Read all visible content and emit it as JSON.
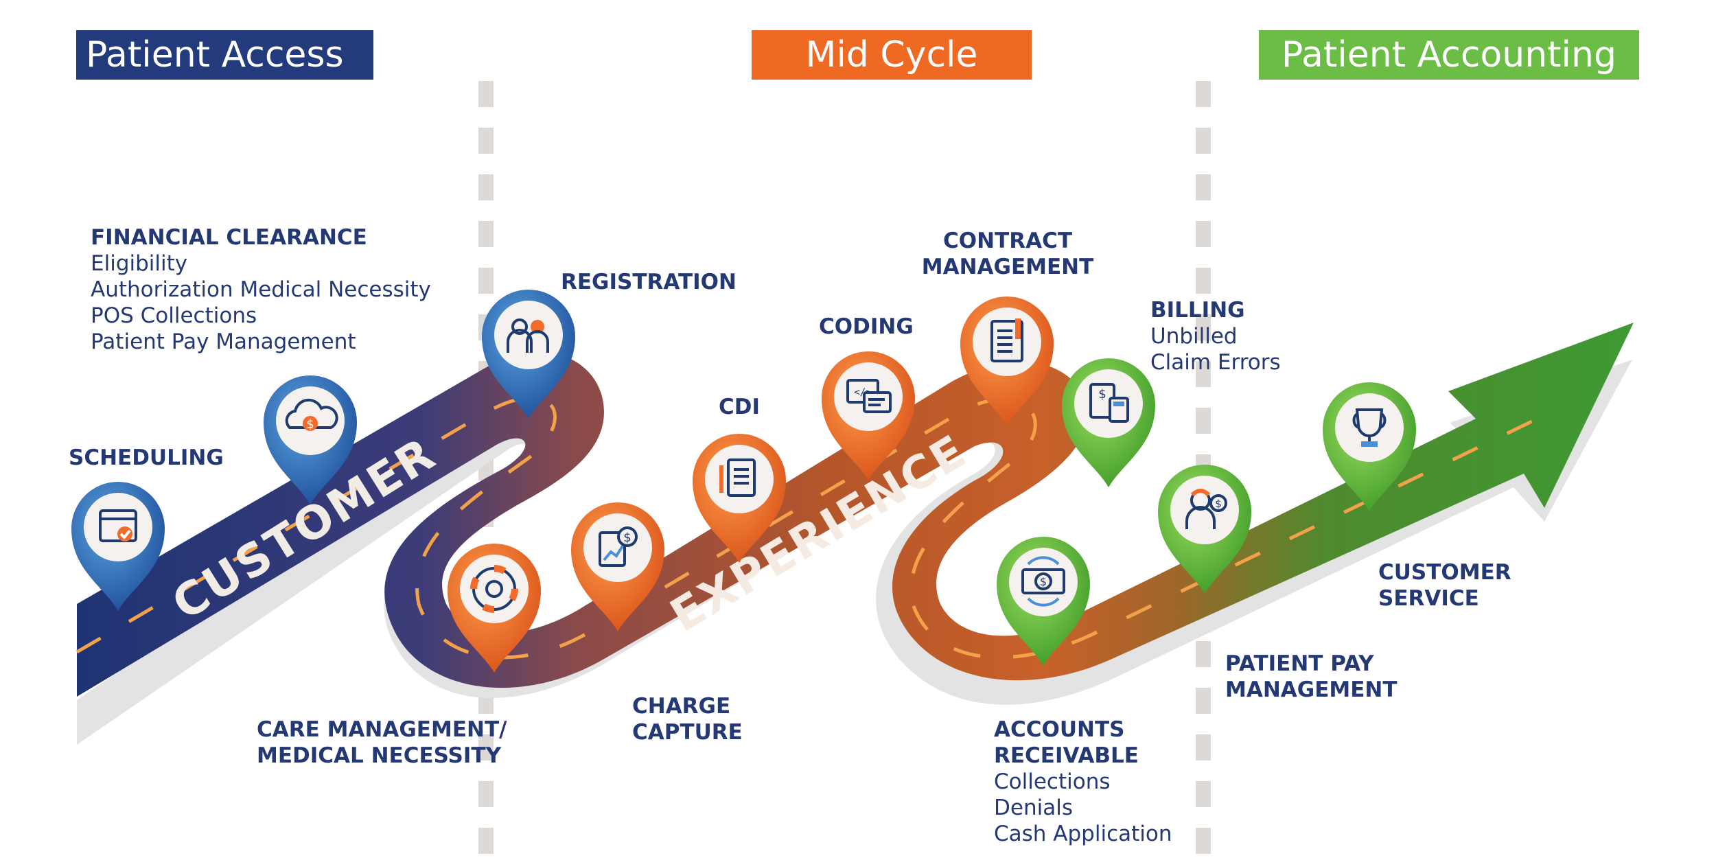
{
  "phases": {
    "patient_access": "Patient Access",
    "mid_cycle": "Mid Cycle",
    "patient_accounting": "Patient Accounting"
  },
  "road_words": {
    "customer": "CUSTOMER",
    "experience": "EXPERIENCE"
  },
  "steps": {
    "scheduling": {
      "title": "SCHEDULING",
      "icon": "calendar-check-icon"
    },
    "financial_clearance": {
      "title": "FINANCIAL CLEARANCE",
      "items": [
        "Eligibility",
        "Authorization Medical Necessity",
        "POS Collections",
        "Patient Pay Management"
      ],
      "icon": "cloud-dollar-icon"
    },
    "registration": {
      "title": "REGISTRATION",
      "icon": "people-icon"
    },
    "care_management": {
      "title_lines": [
        "CARE MANAGEMENT/",
        "MEDICAL NECESSITY"
      ],
      "icon": "lifebuoy-gear-icon"
    },
    "charge_capture": {
      "title_lines": [
        "CHARGE",
        "CAPTURE"
      ],
      "icon": "chart-dollar-icon"
    },
    "cdi": {
      "title": "CDI",
      "icon": "document-pen-icon"
    },
    "coding": {
      "title": "CODING",
      "icon": "code-screen-icon"
    },
    "contract_management": {
      "title_lines": [
        "CONTRACT",
        "MANAGEMENT"
      ],
      "icon": "contract-document-icon"
    },
    "billing": {
      "title": "BILLING",
      "items": [
        "Unbilled",
        "Claim Errors"
      ],
      "icon": "invoice-calculator-icon"
    },
    "accounts_receivable": {
      "title_lines": [
        "ACCOUNTS",
        "RECEIVABLE"
      ],
      "items": [
        "Collections",
        "Denials",
        "Cash Application"
      ],
      "icon": "cash-cycle-icon"
    },
    "patient_pay_management": {
      "title_lines": [
        "PATIENT PAY",
        "MANAGEMENT"
      ],
      "icon": "person-dollar-icon"
    },
    "customer_service": {
      "title_lines": [
        "CUSTOMER",
        "SERVICE"
      ],
      "icon": "trophy-icon"
    }
  },
  "colors": {
    "navy": "#233a7c",
    "orange": "#ee6a23",
    "green": "#6cbd45",
    "label": "#243873"
  }
}
